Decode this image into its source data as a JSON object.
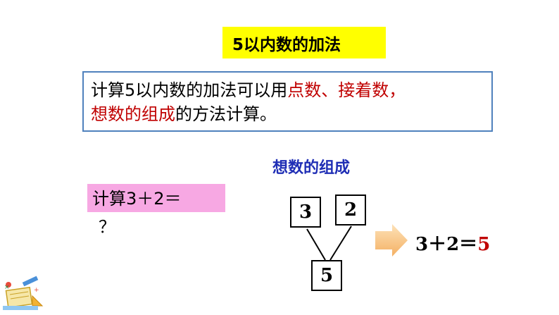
{
  "title": "5以内数的加法",
  "description": {
    "part1": "计算5以内数的加法可以用",
    "part2_red": "点数、接着数，",
    "part3_red": "想数的组成",
    "part4": "的方法计算。"
  },
  "subtitle": "想数的组成",
  "question": {
    "text": "计算3＋2＝",
    "mark": "？"
  },
  "composition": {
    "left": "3",
    "right": "2",
    "bottom": "5"
  },
  "result": {
    "expression": "3＋2＝",
    "answer": "5"
  },
  "colors": {
    "title_bg": "#ffff00",
    "accent_red": "#c00000",
    "subtitle_blue": "#1f2eb5",
    "question_bg": "#f7a8e3",
    "arrow_fill": "#f9c784",
    "frame_border": "#4f81bd"
  },
  "icons": [
    "arrow-right-icon",
    "stationery-logo-icon"
  ]
}
